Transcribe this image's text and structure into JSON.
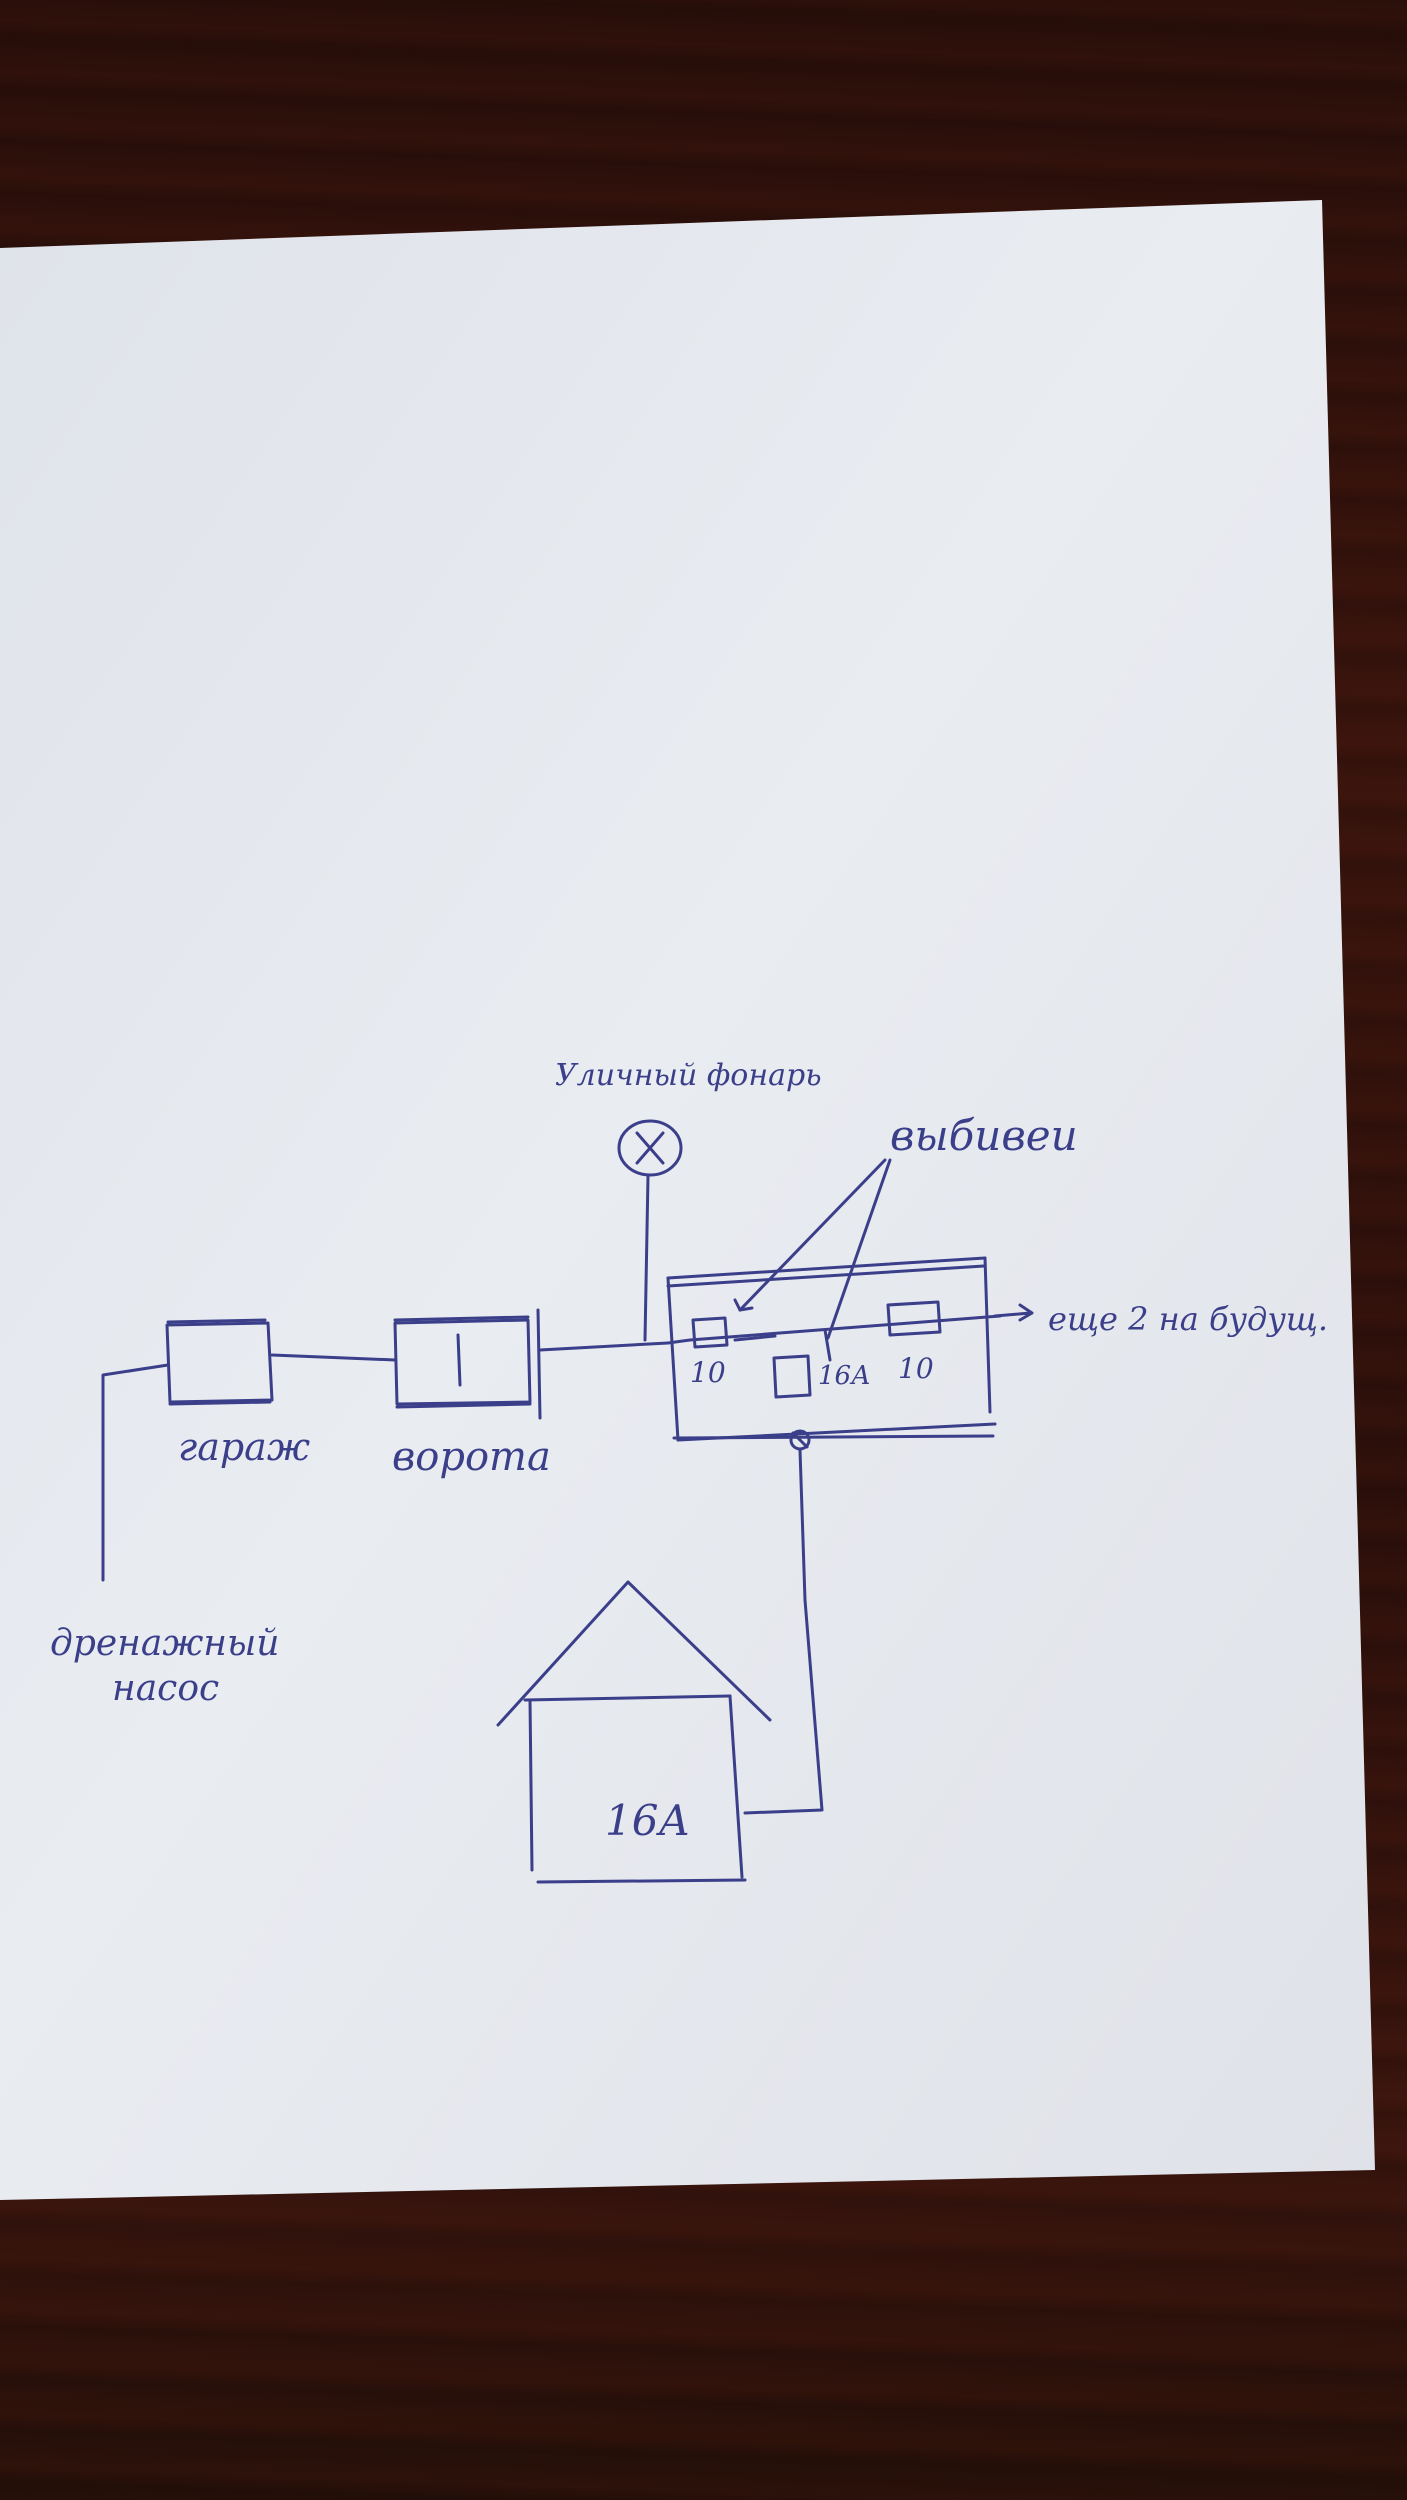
{
  "labels": {
    "street_lamp": "Уличный фонарь",
    "breakers": "выбивеи",
    "more_breakers": "еще 2 на будущ.",
    "garage": "гараж",
    "gate": "ворота",
    "drain_pump_line1": "дренажный",
    "drain_pump_line2": "насос",
    "breaker_left": "10",
    "breaker_middle": "16А",
    "breaker_right": "10",
    "house": "16А"
  },
  "colors": {
    "ink": "#3b3f8a",
    "paper": "#e4e7ed",
    "table": "#33120c"
  }
}
